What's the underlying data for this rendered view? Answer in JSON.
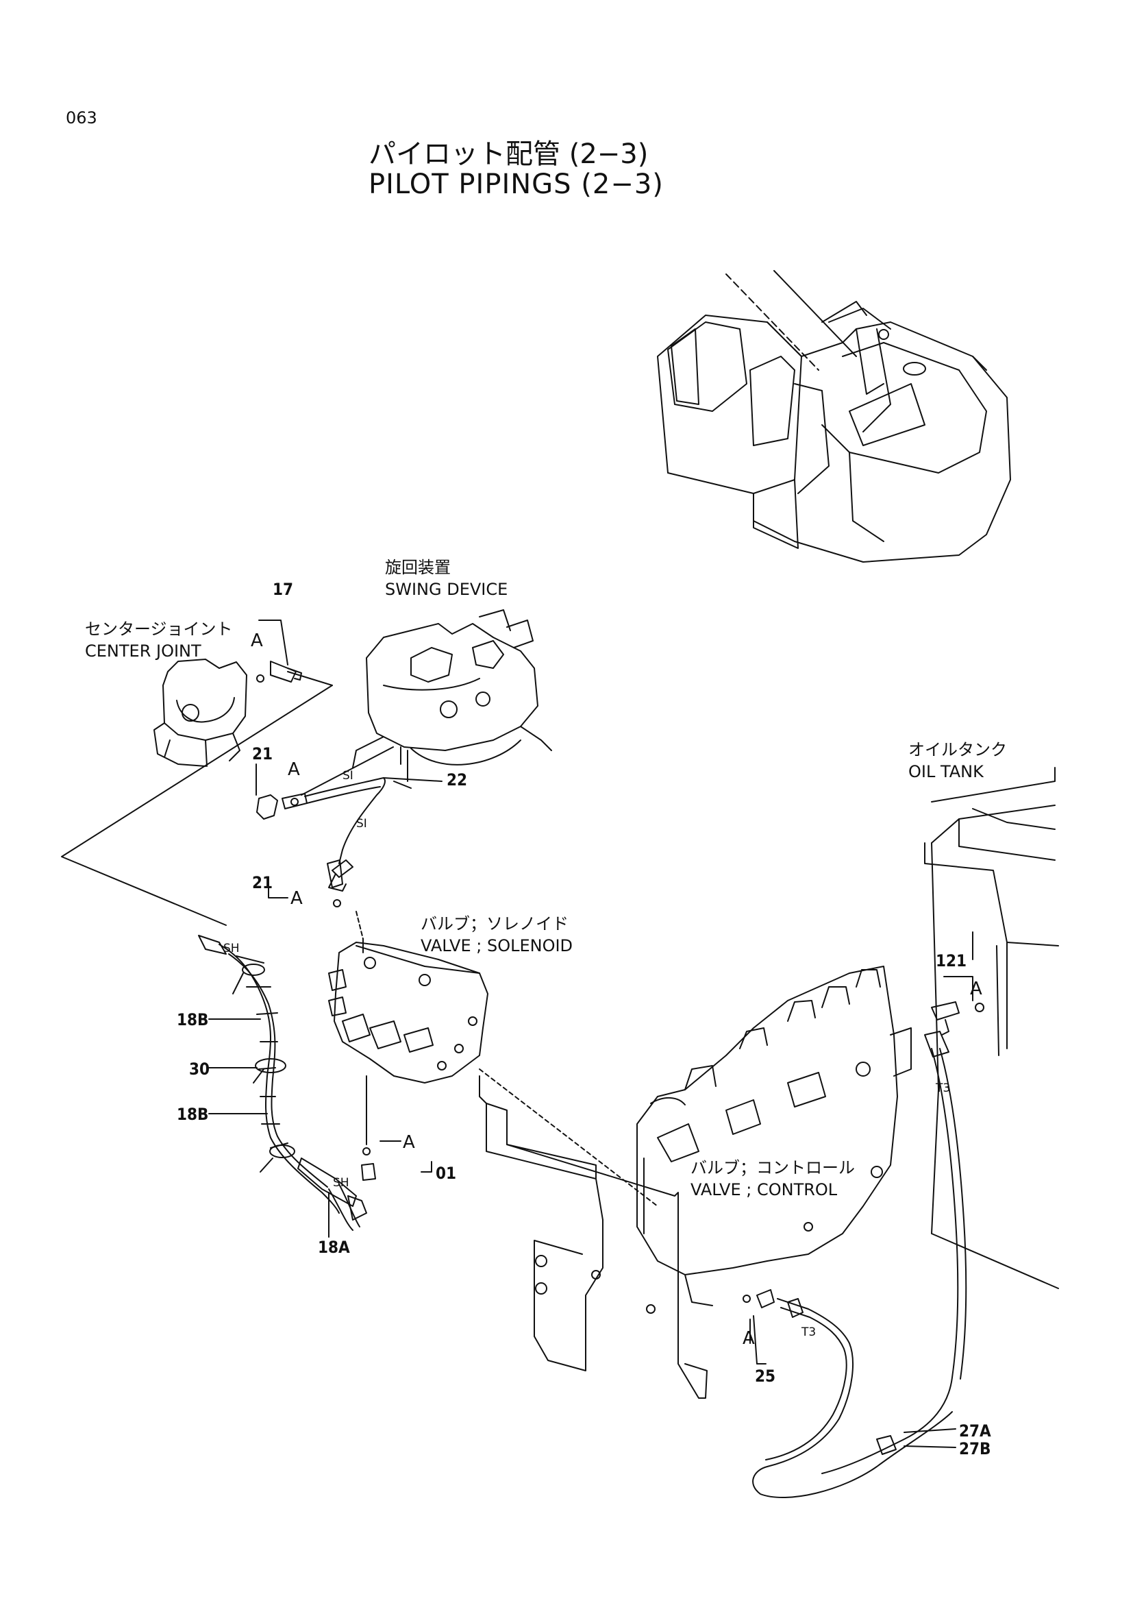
{
  "page_number": "063",
  "title": {
    "japanese": "パイロット配管 (2−3)",
    "english": "PILOT PIPINGS (2−3)"
  },
  "components": {
    "swing_device": {
      "ja": "旋回装置",
      "en": "SWING DEVICE"
    },
    "center_joint": {
      "ja": "センタージョイント",
      "en": "CENTER JOINT"
    },
    "oil_tank": {
      "ja": "オイルタンク",
      "en": "OIL TANK"
    },
    "solenoid_valve": {
      "ja": "バルブ；ソレノイド",
      "en": "VALVE ; SOLENOID"
    },
    "control_valve": {
      "ja": "バルブ；コントロール",
      "en": "VALVE ; CONTROL"
    }
  },
  "part_numbers": {
    "p17": "17",
    "p21a": "21",
    "p21b": "21",
    "p22": "22",
    "p18b_top": "18B",
    "p30": "30",
    "p18b_bottom": "18B",
    "p18a": "18A",
    "p01": "01",
    "p121": "121",
    "p25": "25",
    "p27a": "27A",
    "p27b": "27B"
  },
  "ref_letter": "A",
  "hose_tags": {
    "si": "SI",
    "sh": "SH",
    "t3": "T3"
  }
}
